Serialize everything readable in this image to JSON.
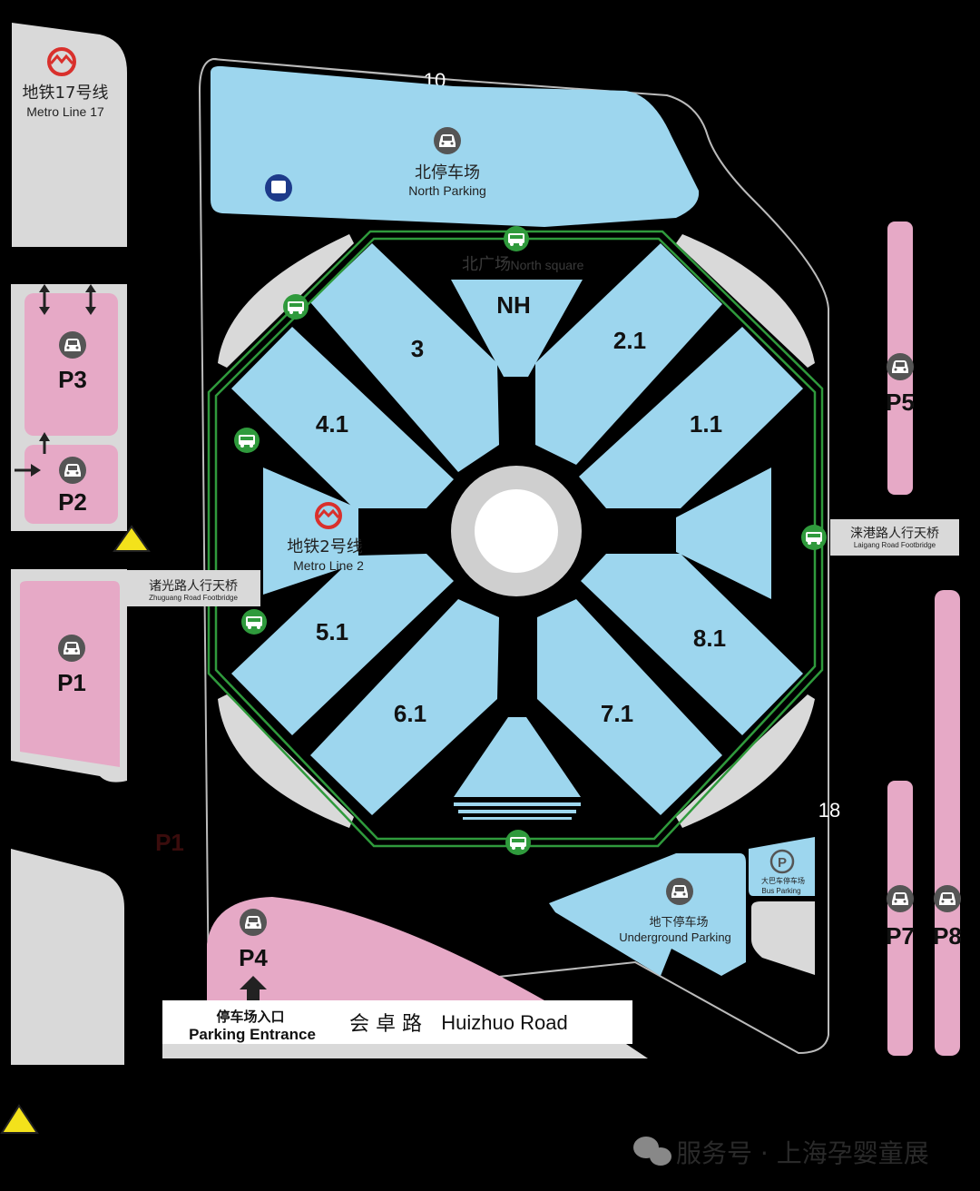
{
  "metro17": {
    "cn": "地铁17号线",
    "en": "Metro Line 17"
  },
  "metro2": {
    "cn": "地铁2号线",
    "en": "Metro Line 2"
  },
  "north_parking": {
    "cn": "北停车场",
    "en": "North Parking"
  },
  "north_square": {
    "cn": "北广场",
    "en": "North square"
  },
  "road_numbers": {
    "top": "10",
    "right": "18"
  },
  "halls": [
    "3",
    "NH",
    "2.1",
    "4.1",
    "1.1",
    "5.1",
    "8.1",
    "6.1",
    "7.1"
  ],
  "parking_lots": {
    "p1": "P1",
    "p2": "P2",
    "p3": "P3",
    "p4": "P4",
    "p5": "P5",
    "p7": "P7",
    "p8": "P8",
    "p1_ghost": "P1"
  },
  "zhuguang_bridge": {
    "cn": "诸光路人行天桥",
    "en": "Zhuguang Road Footbridge"
  },
  "laigang_bridge": {
    "cn": "涞港路人行天桥",
    "en": "Laigang Road Footbridge"
  },
  "underground_parking": {
    "cn": "地下停车场",
    "en": "Underground Parking"
  },
  "bus_parking": {
    "cn": "大巴车停车场",
    "en": "Bus Parking",
    "icon": "P"
  },
  "parking_entrance": {
    "cn": "停车场入口",
    "en": "Parking Entrance"
  },
  "huizhuo_road": {
    "cn": "会 卓 路",
    "en": "Huizhuo Road"
  },
  "watermark": "服务号 · 上海孕婴童展",
  "colors": {
    "hall": "#9dd6ee",
    "parking": "#e6a9c6",
    "route": "#2f9a3c",
    "gray": "#d9d9d9"
  }
}
